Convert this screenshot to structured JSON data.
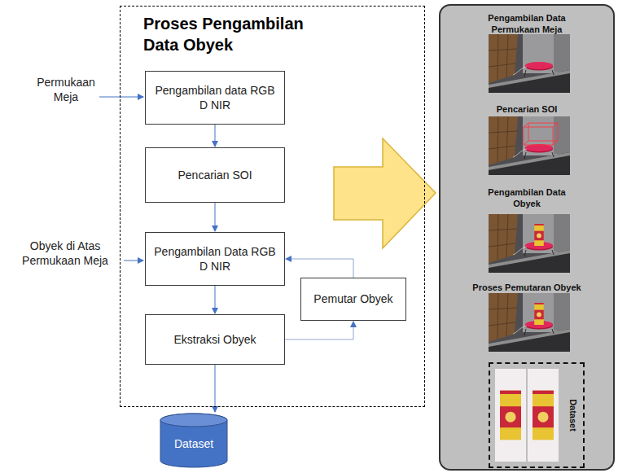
{
  "diagram": {
    "nodes": [
      {
        "text": [
          "Proses Pengambilan Data Obyek"
        ]
      },
      {
        "text": [
          "Pengambilan data RGB D NIR"
        ],
        "in": 0
      },
      {
        "text": [
          "Pencarian SOI"
        ],
        "in": 0
      },
      {
        "text": [
          "Pengambilan Data RGB D NIR"
        ],
        "in": 0
      },
      {
        "text": [
          "Ekstraksi Obyek"
        ],
        "in": 0
      },
      {
        "text": [
          "Pemutar Obyek"
        ],
        "in": 0
      },
      {
        "text": [
          "Dataset"
        ]
      },
      {
        "text": [
          "Pengambilan Data Permukaan Meja",
          "Pencarian SOI",
          "Pengambilan Data Obyek",
          "Proses Pemutaran Obyek"
        ]
      },
      {
        "text": [
          "Dataset"
        ],
        "in": 7
      }
    ],
    "edges": [
      {
        "from": 1,
        "to": 2,
        "arrow": "to"
      },
      {
        "from": 2,
        "to": 3,
        "arrow": "to"
      },
      {
        "from": 3,
        "to": 4,
        "arrow": "to"
      },
      {
        "from": 4,
        "to": 6,
        "arrow": "to"
      },
      {
        "from": 4,
        "to": 5,
        "arrow": "to"
      },
      {
        "from": 5,
        "to": 3,
        "arrow": "to"
      }
    ],
    "labels": [
      "Permukaan Meja",
      "Obyek di Atas Permukaan Meja"
    ]
  }
}
